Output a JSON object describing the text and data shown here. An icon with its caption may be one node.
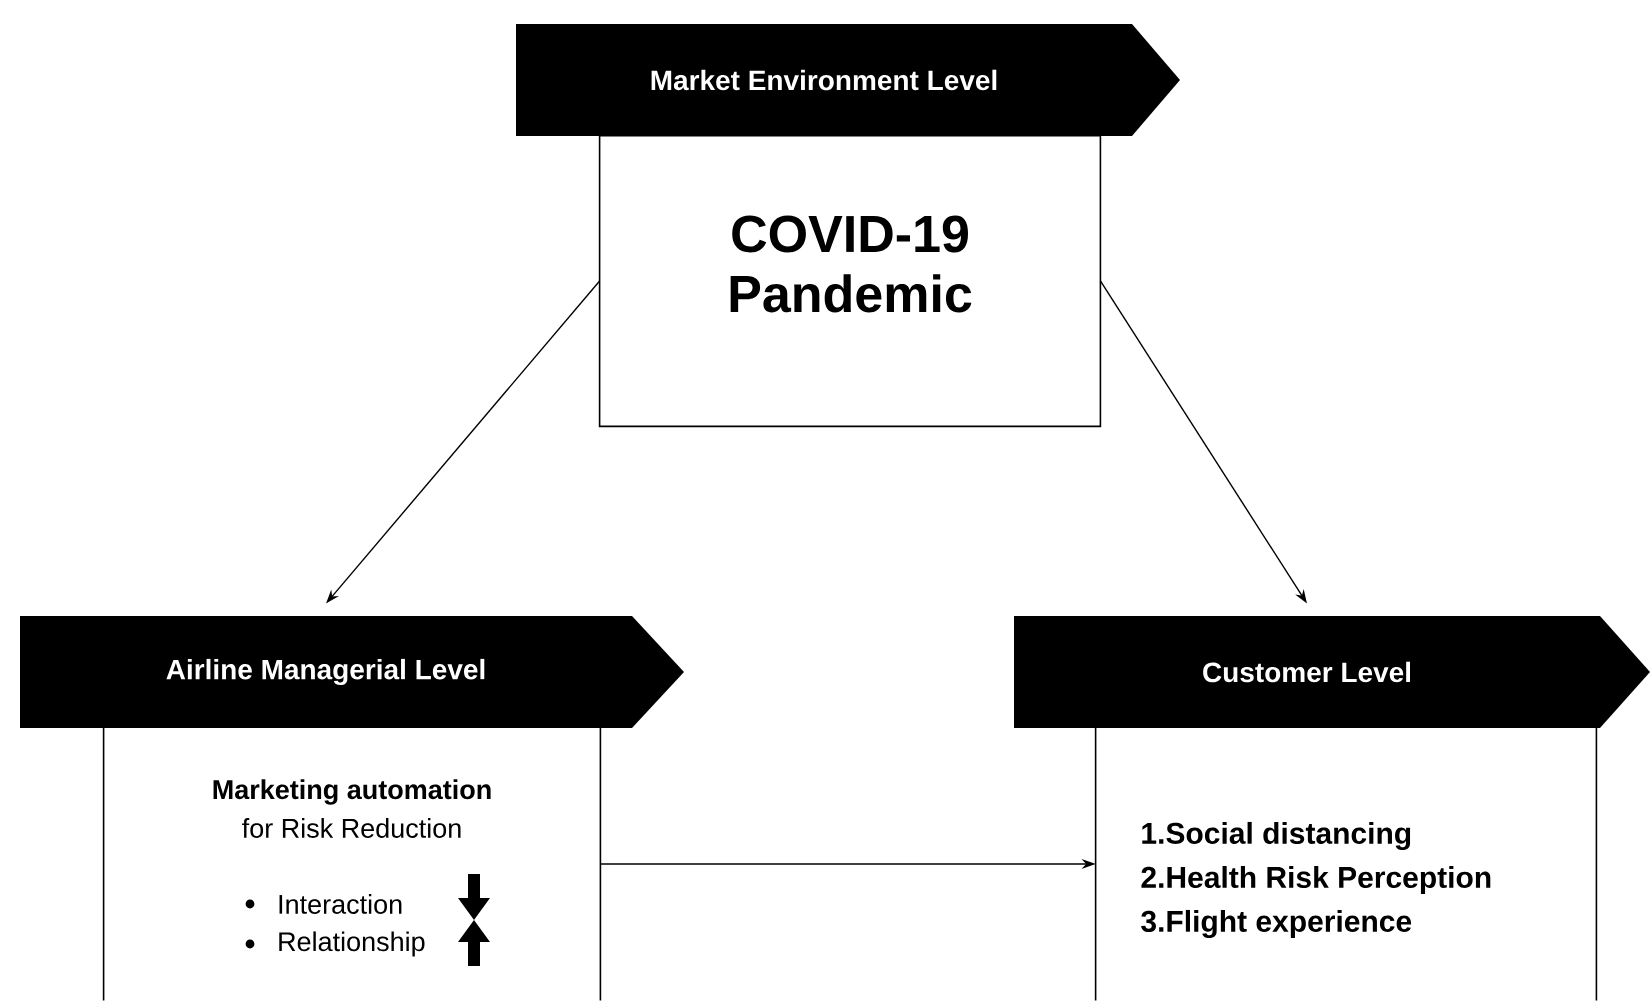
{
  "diagram": {
    "nodes": [
      {
        "text": [
          "Market Environment Level"
        ]
      },
      {
        "text": [
          "COVID-19 Pandemic"
        ]
      },
      {
        "text": [
          "Airline Managerial Level"
        ]
      },
      {
        "text": [
          "Marketing automation",
          "for Risk Reduction",
          "Interaction",
          "Relationship"
        ]
      },
      {
        "text": [
          "Customer Level"
        ]
      },
      {
        "text": [
          "1.Social distancing",
          "2.Health Risk Perception",
          "3.Flight experience"
        ]
      }
    ],
    "edges": [
      {
        "from": 1,
        "to": 2,
        "arrow": "to"
      },
      {
        "from": 1,
        "to": 4,
        "arrow": "to"
      },
      {
        "from": 3,
        "to": 5,
        "arrow": "to"
      }
    ]
  }
}
